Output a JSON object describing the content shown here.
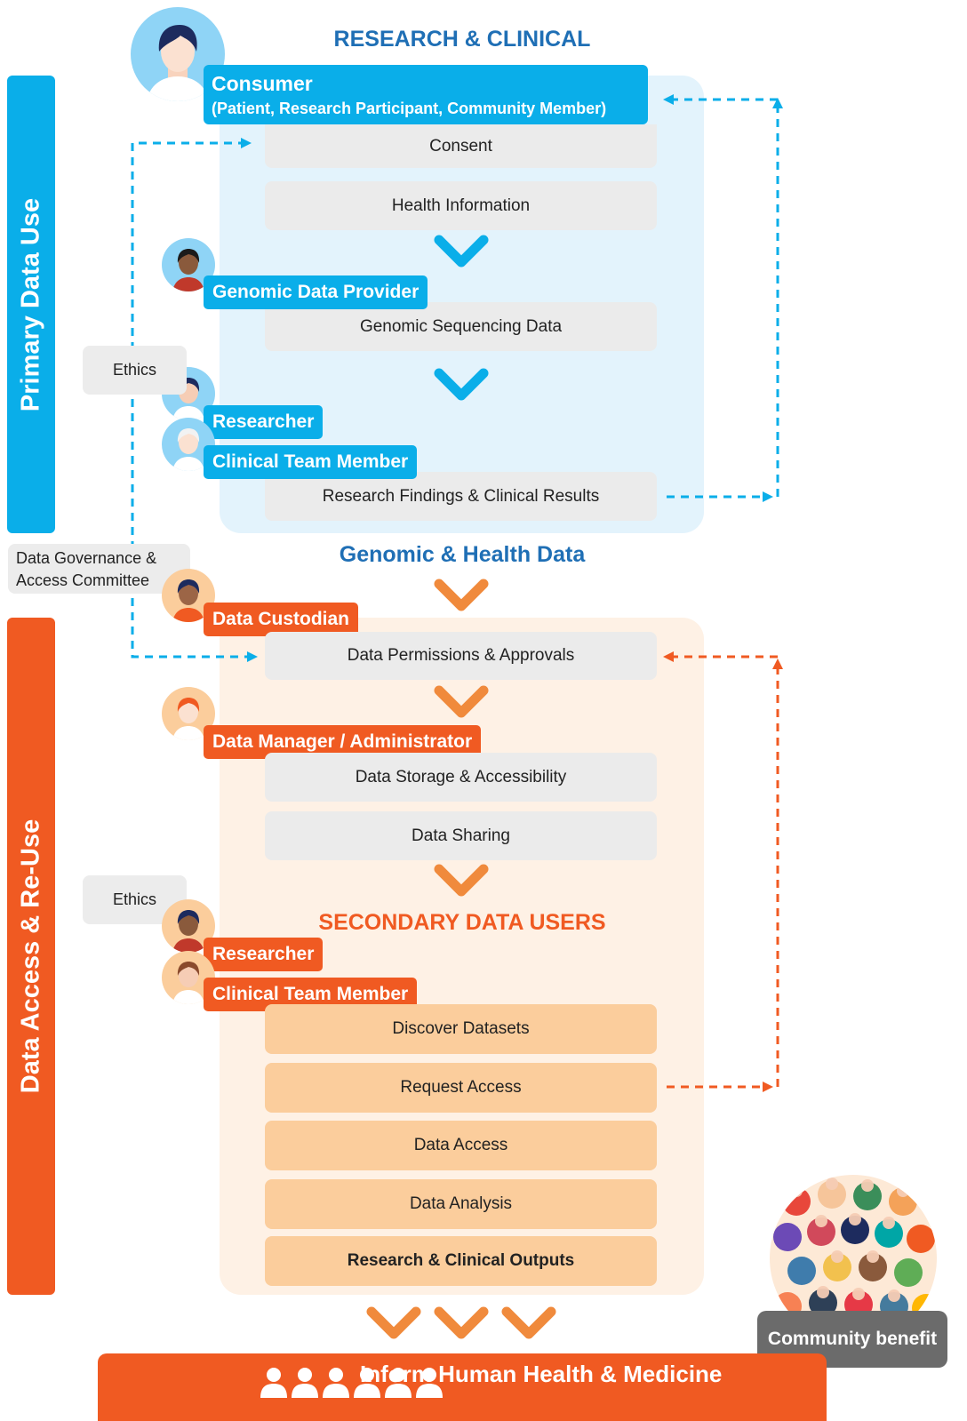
{
  "colors": {
    "blue": "#0aaee9",
    "dark_blue": "#1f6fb5",
    "orange": "#f05a22",
    "light_orange": "#f08a3c",
    "peach": "#fbcd9c",
    "gray": "#ebebeb"
  },
  "primary": {
    "heading": "RESEARCH & CLINICAL",
    "side_label": "Primary Data Use",
    "consumer_title": "Consumer",
    "consumer_sub": "(Patient, Research Participant, Community Member)",
    "steps": [
      "Consent",
      "Health Information",
      "Genomic Sequencing Data",
      "Research Findings & Clinical Results"
    ],
    "roles": [
      "Genomic Data Provider",
      "Researcher",
      "Clinical Team Member"
    ],
    "ethics": "Ethics"
  },
  "middle": {
    "heading": "Genomic & Health Data",
    "committee_line1": "Data Governance &",
    "committee_line2": "Access Committee"
  },
  "secondary": {
    "side_label": "Data Access & Re-Use",
    "roles": [
      "Data Custodian",
      "Data Manager / Administrator",
      "Researcher",
      "Clinical Team Member"
    ],
    "steps": [
      "Data Permissions & Approvals",
      "Data Storage & Accessibility",
      "Data Sharing"
    ],
    "heading": "SECONDARY DATA USERS",
    "user_steps": [
      "Discover Datasets",
      "Request Access",
      "Data Access",
      "Data Analysis",
      "Research & Clinical Outputs"
    ],
    "ethics": "Ethics"
  },
  "footer": {
    "banner": "Inform Human Health & Medicine",
    "community": "Community benefit"
  },
  "icons": [
    "person-avatar-icon",
    "chevron-down-icon",
    "dashed-arrow-icon",
    "people-group-icon",
    "crowd-illustration-icon"
  ]
}
